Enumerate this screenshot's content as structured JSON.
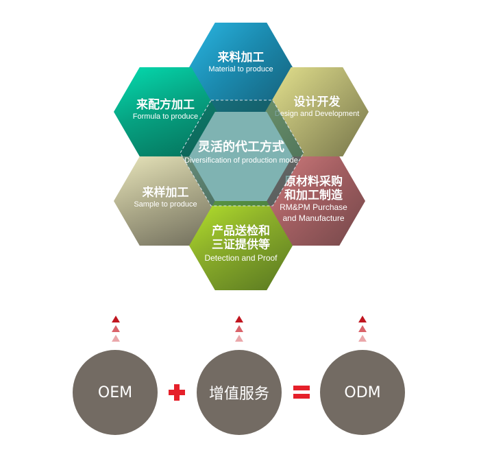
{
  "colors": {
    "circle": "#736b63",
    "operator_red": "#e5202a",
    "arrow_dark": "#c0151f",
    "arrow_mid": "#d9636a",
    "arrow_light": "#eaa7aa",
    "center_hex": "#7fb3b2"
  },
  "hexagons": {
    "top": {
      "cn": "来料加工",
      "en": "Material to produce"
    },
    "upper_left": {
      "cn": "来配方加工",
      "en": "Formula to produce"
    },
    "upper_right": {
      "cn": "设计开发",
      "en": "Design and Development"
    },
    "center": {
      "cn": "灵活的代工方式",
      "en": "Diversification of production mode"
    },
    "lower_left": {
      "cn": "来样加工",
      "en": "Sample to produce"
    },
    "lower_right": {
      "cn_line1": "原材料采购",
      "cn_line2": "和加工制造",
      "en_line1": "RM&PM Purchase",
      "en_line2": "and Manufacture"
    },
    "bottom": {
      "cn_line1": "产品送检和",
      "cn_line2": "三证提供等",
      "en": "Detection and Proof"
    }
  },
  "equation": {
    "term1": "OEM",
    "operator1": "+",
    "term2": "增值服务",
    "operator2": "=",
    "result": "ODM"
  },
  "arrows": {
    "icon": "triangle-up-icon",
    "count_per_column": 3
  }
}
